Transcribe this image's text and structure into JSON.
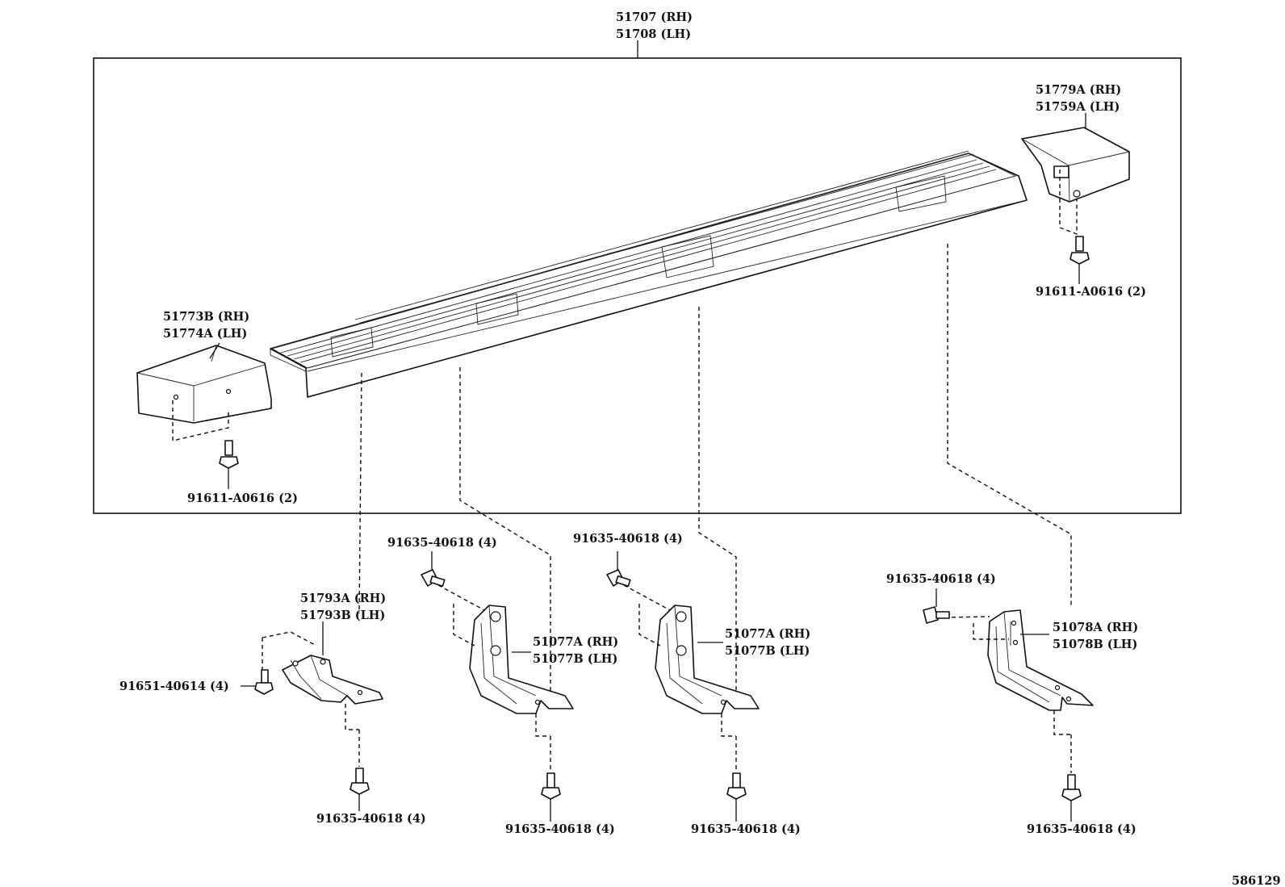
{
  "diagram": {
    "callouts": {
      "step_board": [
        "51707 (RH)",
        "51708 (LH)"
      ],
      "front_cap": [
        "51773B (RH)",
        "51774A (LH)"
      ],
      "rear_cap": [
        "51779A (RH)",
        "51759A (LH)"
      ],
      "front_cap_screw": "91611-A0616 (2)",
      "rear_cap_screw": "91611-A0616 (2)",
      "front_bracket": [
        "51793A (RH)",
        "51793B (LH)"
      ],
      "front_bracket_bolt": "91651-40614 (4)",
      "front_bracket_lower_bolt": "91635-40618 (4)",
      "mid_bracket_1": [
        "51077A (RH)",
        "51077B (LH)"
      ],
      "mid_bracket_1_side_bolt": "91635-40618 (4)",
      "mid_bracket_1_lower_bolt": "91635-40618 (4)",
      "mid_bracket_2": [
        "51077A (RH)",
        "51077B (LH)"
      ],
      "mid_bracket_2_side_bolt": "91635-40618 (4)",
      "mid_bracket_2_lower_bolt": "91635-40618 (4)",
      "rear_bracket": [
        "51078A (RH)",
        "51078B (LH)"
      ],
      "rear_bracket_side_bolt": "91635-40618 (4)",
      "rear_bracket_lower_bolt": "91635-40618 (4)"
    },
    "illustration_number": "586129"
  }
}
